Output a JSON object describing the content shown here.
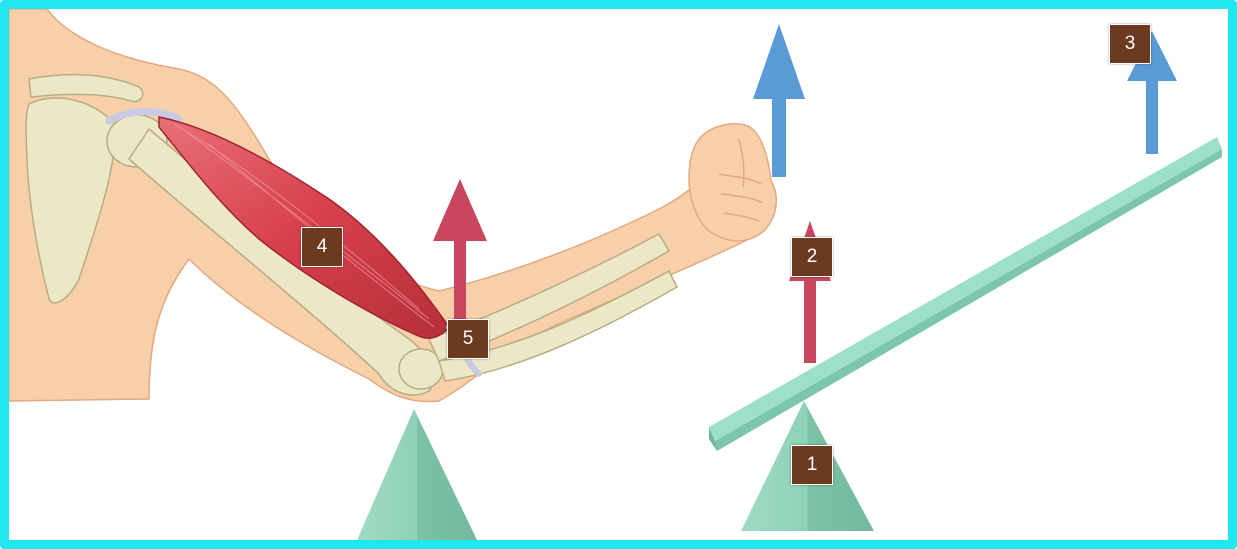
{
  "colors": {
    "frame_border": "#22e6ee",
    "badge_fill": "#6b3a1f",
    "badge_text": "#ffffff",
    "effort_arrow": "#5b9bd5",
    "load_arrow": "#c9475e",
    "fulcrum": "#8fd1b6",
    "lever_beam": "#9ee0c7",
    "skin": "#f7cfa8",
    "bone": "#ece7c6",
    "muscle": "#d7404b"
  },
  "icons": {
    "arm": "human-arm-anatomy",
    "lever": "seesaw-lever",
    "arrow": "force-arrow",
    "fulcrum": "triangle-fulcrum"
  },
  "labels": [
    {
      "id": "1",
      "text": "1"
    },
    {
      "id": "2",
      "text": "2"
    },
    {
      "id": "3",
      "text": "3"
    },
    {
      "id": "4",
      "text": "4"
    },
    {
      "id": "5",
      "text": "5"
    }
  ]
}
